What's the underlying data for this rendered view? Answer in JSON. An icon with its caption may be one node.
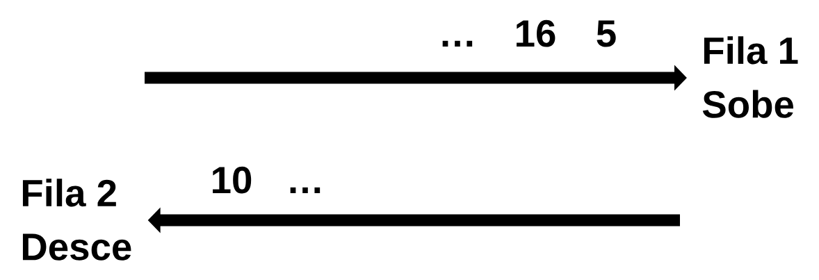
{
  "diagram": {
    "nodes": [
      {
        "text": [
          "Fila 1 Sobe"
        ]
      },
      {
        "text": [
          "Fila 2 Desce"
        ]
      }
    ],
    "edges": [
      {
        "from": null,
        "to": 0,
        "arrow": "to"
      },
      {
        "from": null,
        "to": 1,
        "arrow": "to"
      }
    ],
    "labels": [
      "…",
      "16",
      "5",
      "10",
      "…"
    ]
  }
}
